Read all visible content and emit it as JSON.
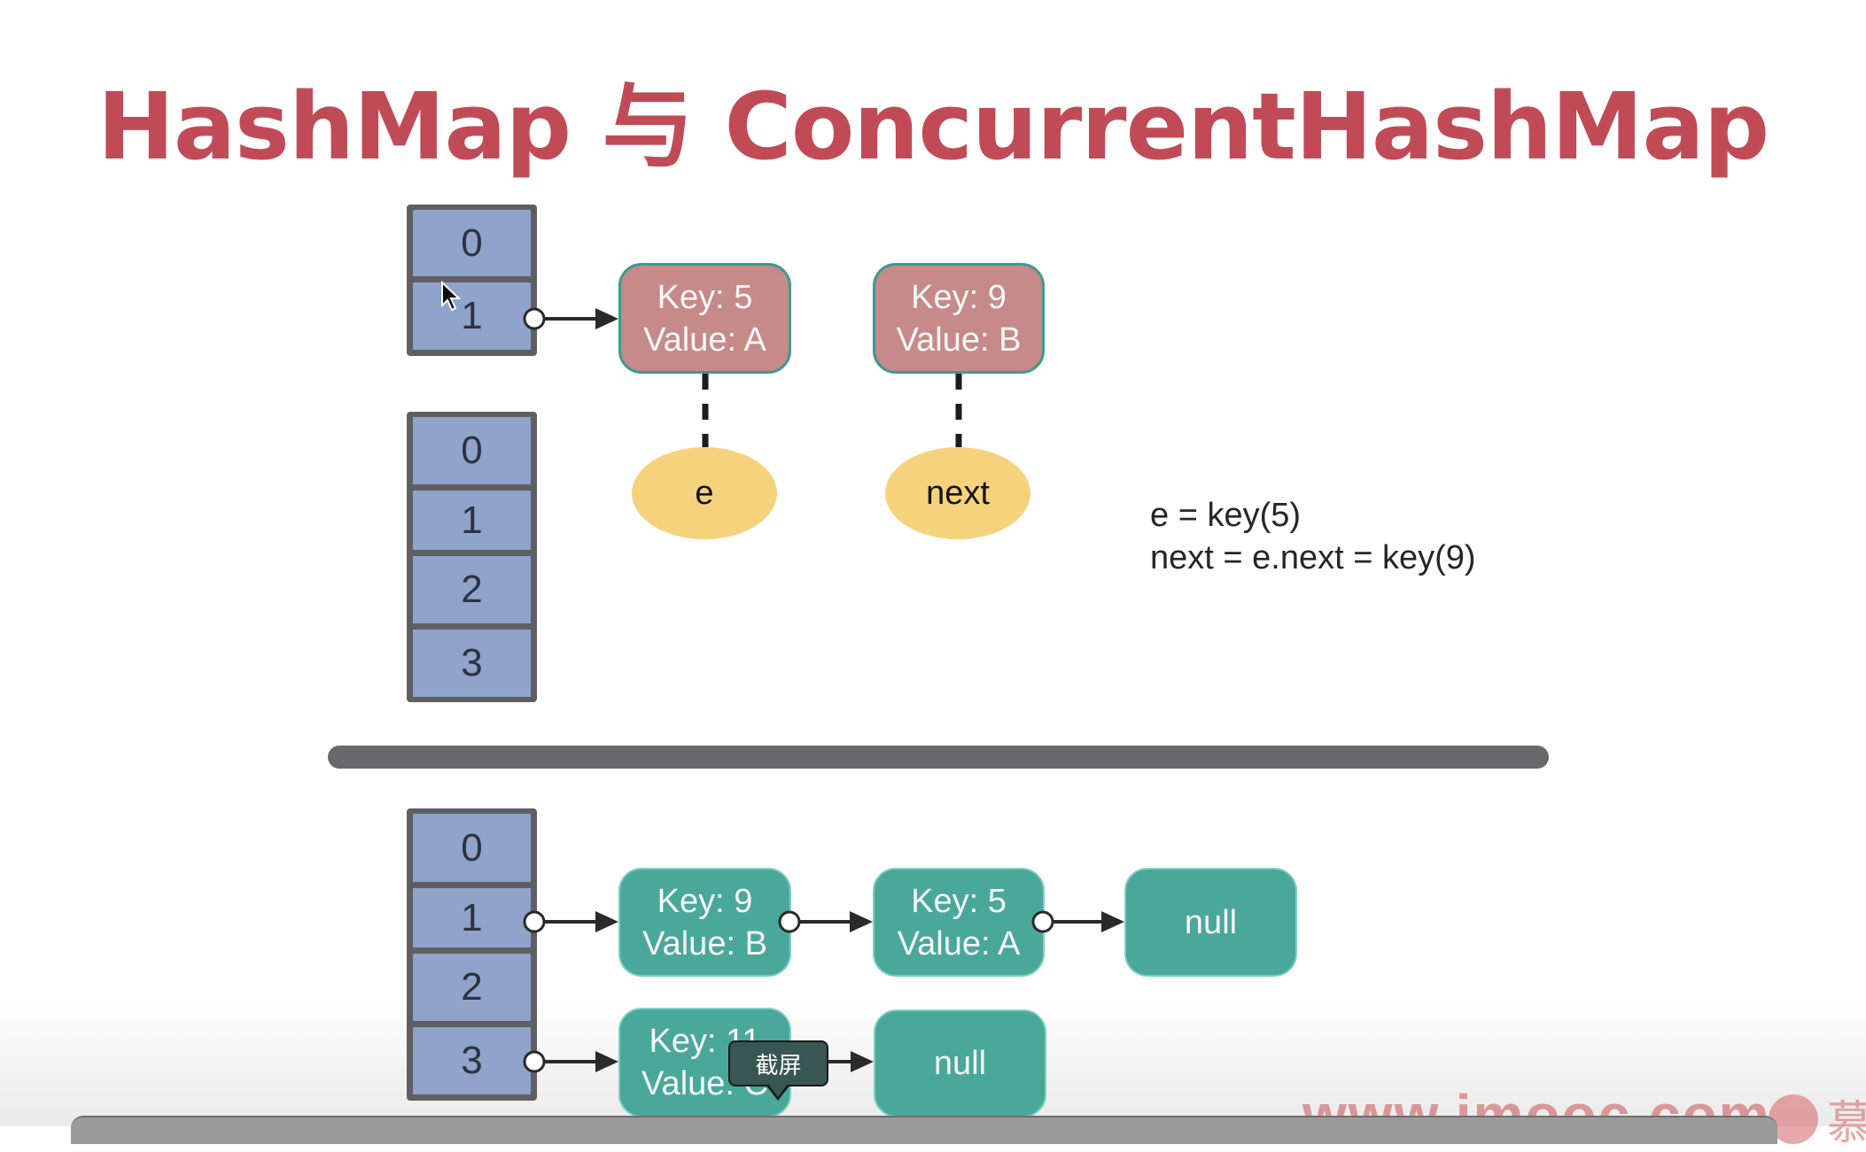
{
  "slide": {
    "title": "HashMap 与 ConcurrentHashMap"
  },
  "top_section": {
    "array_small": {
      "cells": [
        "0",
        "1"
      ]
    },
    "nodes": [
      {
        "key": "Key: 5",
        "value": "Value: A"
      },
      {
        "key": "Key: 9",
        "value": "Value: B"
      }
    ],
    "pointers": [
      {
        "label": "e"
      },
      {
        "label": "next"
      }
    ],
    "array_large": {
      "cells": [
        "0",
        "1",
        "2",
        "3"
      ]
    },
    "formula": {
      "line1": "e = key(5)",
      "line2": "next = e.next = key(9)"
    }
  },
  "bottom_section": {
    "array": {
      "cells": [
        "0",
        "1",
        "2",
        "3"
      ]
    },
    "bucket1_chain": [
      {
        "key": "Key: 9",
        "value": "Value: B"
      },
      {
        "key": "Key: 5",
        "value": "Value: A"
      },
      {
        "label": "null"
      }
    ],
    "bucket3_chain": [
      {
        "key": "Key: 11",
        "value": "Value: C"
      },
      {
        "label": "null"
      }
    ]
  },
  "tooltip": {
    "text": "截屏"
  },
  "watermark": {
    "site": "www.imooc.com",
    "brand": "慕"
  },
  "colors": {
    "title": "#c04b57",
    "array_cell": "#8fa3cb",
    "pink_node": "#c68a89",
    "teal_node": "#4aa89b",
    "pointer_ellipse": "#f6d27c",
    "divider": "#68686c"
  }
}
